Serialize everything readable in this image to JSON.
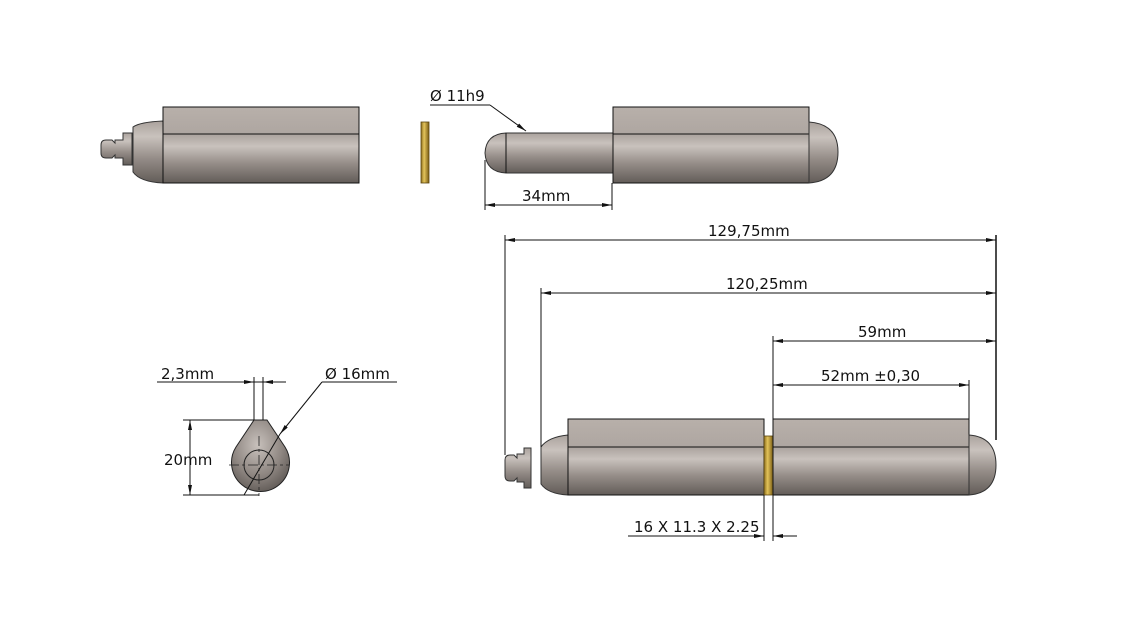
{
  "drawing": {
    "title": "Weld-on bullet hinge with brass washer and grease nipple",
    "views": {
      "exploded_top": {
        "pin_diameter_label": "Ø 11h9",
        "pin_length_label": "34mm"
      },
      "end_view": {
        "fin_width_label": "2,3mm",
        "diameter_label": "Ø 16mm",
        "height_label": "20mm"
      },
      "assembled": {
        "overall_length_label": "129,75mm",
        "body_length_label": "120,25mm",
        "half_length_label": "59mm",
        "leaf_length_label": "52mm ±0,30",
        "washer_label": "16 X 11.3 X 2.25"
      }
    },
    "colors": {
      "steel_light": "#b3aba6",
      "steel_body": "#9e9691",
      "steel_dark": "#5f5955",
      "brass": "#c9a63a",
      "line": "#111111"
    }
  }
}
